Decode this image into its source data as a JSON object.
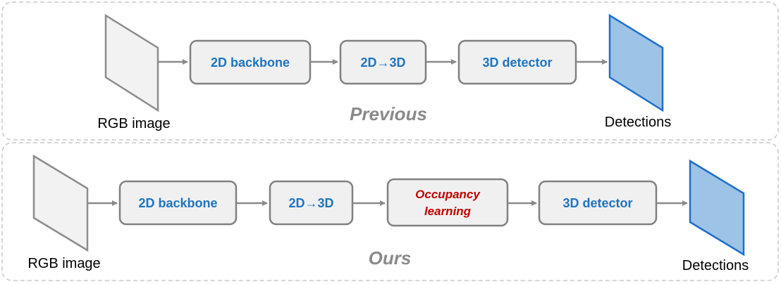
{
  "panels": [
    {
      "title": "Previous",
      "input_label": "RGB image",
      "output_label": "Detections",
      "blocks": [
        {
          "label": "2D backbone"
        },
        {
          "label": "2D→3D"
        },
        {
          "label": "3D detector"
        }
      ]
    },
    {
      "title": "Ours",
      "input_label": "RGB image",
      "output_label": "Detections",
      "blocks": [
        {
          "label": "2D backbone"
        },
        {
          "label": "2D→3D"
        },
        {
          "label_lines": [
            "Occupancy",
            "learning"
          ]
        },
        {
          "label": "3D detector"
        }
      ]
    }
  ],
  "colors": {
    "block_text": "#1f74c0",
    "highlight_text": "#c00000",
    "output_fill": "#9dc3e6",
    "output_stroke": "#1f6fc8",
    "input_fill": "#f2f2f2",
    "title_gray": "#8a8a8a"
  }
}
